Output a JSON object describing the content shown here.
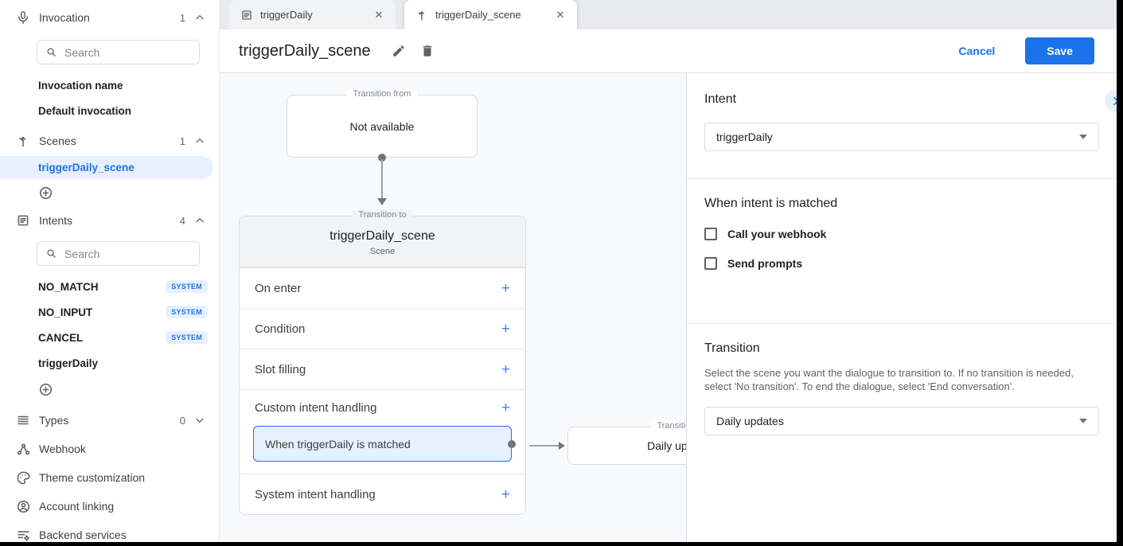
{
  "colors": {
    "accent": "#1a73e8",
    "selection_bg": "#e8f0fe",
    "canvas_bg": "#f8f9fa",
    "badge_bg": "#e8f0fe"
  },
  "sidebar": {
    "invocation": {
      "label": "Invocation",
      "count": "1",
      "search_placeholder": "Search",
      "items": [
        {
          "label": "Invocation name"
        },
        {
          "label": "Default invocation"
        }
      ]
    },
    "scenes": {
      "label": "Scenes",
      "count": "1",
      "items": [
        {
          "label": "triggerDaily_scene",
          "selected": true
        }
      ]
    },
    "intents": {
      "label": "Intents",
      "count": "4",
      "search_placeholder": "Search",
      "items": [
        {
          "label": "NO_MATCH",
          "badge": "SYSTEM"
        },
        {
          "label": "NO_INPUT",
          "badge": "SYSTEM"
        },
        {
          "label": "CANCEL",
          "badge": "SYSTEM"
        },
        {
          "label": "triggerDaily"
        }
      ]
    },
    "types": {
      "label": "Types",
      "count": "0"
    },
    "links": [
      {
        "label": "Webhook"
      },
      {
        "label": "Theme customization"
      },
      {
        "label": "Account linking"
      },
      {
        "label": "Backend services"
      }
    ]
  },
  "tabs": {
    "tab1": {
      "label": "triggerDaily",
      "icon": "intent-doc-icon"
    },
    "tab2": {
      "label": "triggerDaily_scene",
      "icon": "scene-branch-icon",
      "active": true
    }
  },
  "header": {
    "title": "triggerDaily_scene",
    "cancel": "Cancel",
    "save": "Save"
  },
  "canvas": {
    "from_card": {
      "legend": "Transition from",
      "text": "Not available"
    },
    "scene_card": {
      "legend": "Transition to",
      "title": "triggerDaily_scene",
      "subtitle": "Scene",
      "rows": {
        "on_enter": "On enter",
        "condition": "Condition",
        "slot_filling": "Slot filling",
        "custom": "Custom intent handling",
        "custom_child": "When triggerDaily is matched",
        "system": "System intent handling"
      }
    },
    "target_card": {
      "legend": "Transition to",
      "title": "Daily updates"
    }
  },
  "panel": {
    "intent": {
      "heading": "Intent",
      "value": "triggerDaily"
    },
    "matched": {
      "heading": "When intent is matched",
      "webhook_label": "Call your webhook",
      "prompts_label": "Send prompts",
      "webhook_checked": false,
      "prompts_checked": false
    },
    "transition": {
      "heading": "Transition",
      "description": "Select the scene you want the dialogue to transition to. If no transition is needed, select 'No transition'. To end the dialogue, select 'End conversation'.",
      "value": "Daily updates"
    }
  }
}
